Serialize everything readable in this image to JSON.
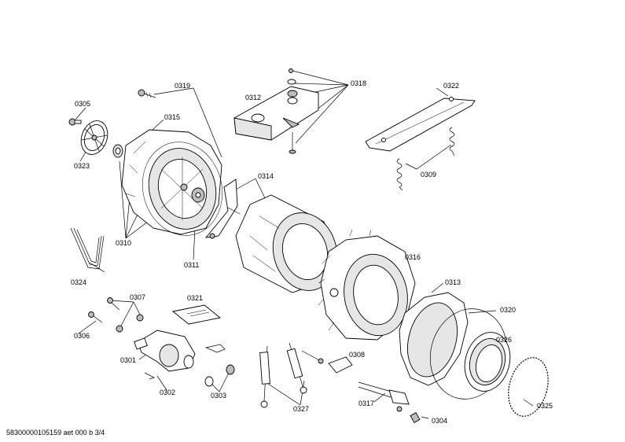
{
  "labels": {
    "p0301": "0301",
    "p0302": "0302",
    "p0303": "0303",
    "p0304": "0304",
    "p0305": "0305",
    "p0306": "0306",
    "p0307": "0307",
    "p0308": "0308",
    "p0309": "0309",
    "p0310": "0310",
    "p0311": "0311",
    "p0312": "0312",
    "p0313": "0313",
    "p0314": "0314",
    "p0315": "0315",
    "p0316": "0316",
    "p0317": "0317",
    "p0318": "0318",
    "p0319": "0319",
    "p0320": "0320",
    "p0321": "0321",
    "p0322": "0322",
    "p0323": "0323",
    "p0324": "0324",
    "p0325": "0325",
    "p0326": "0326",
    "p0327": "0327"
  },
  "footer": "58300000105159 aet 000 b 3/4"
}
